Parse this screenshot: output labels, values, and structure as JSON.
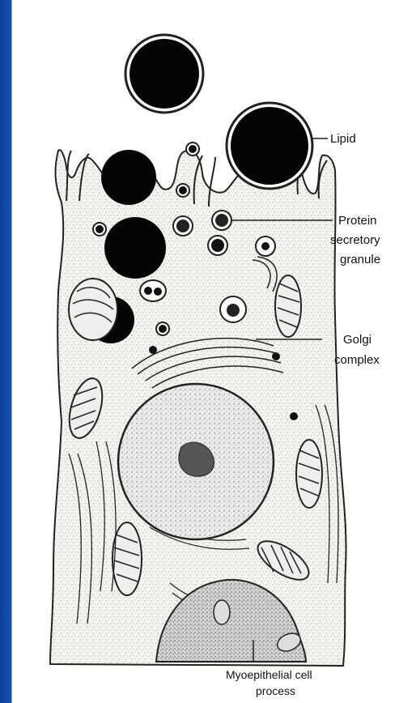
{
  "labels": {
    "lipid": "Lipid",
    "protein_1": "Protein",
    "protein_2": "secretory",
    "protein_3": "granule",
    "golgi_1": "Golgi",
    "golgi_2": "complex",
    "myo_1": "Myoepithelial cell",
    "myo_2": "process"
  },
  "colors": {
    "border": "#0a3d99",
    "ink": "#111111",
    "cell_fill": "#f3f3f0"
  }
}
